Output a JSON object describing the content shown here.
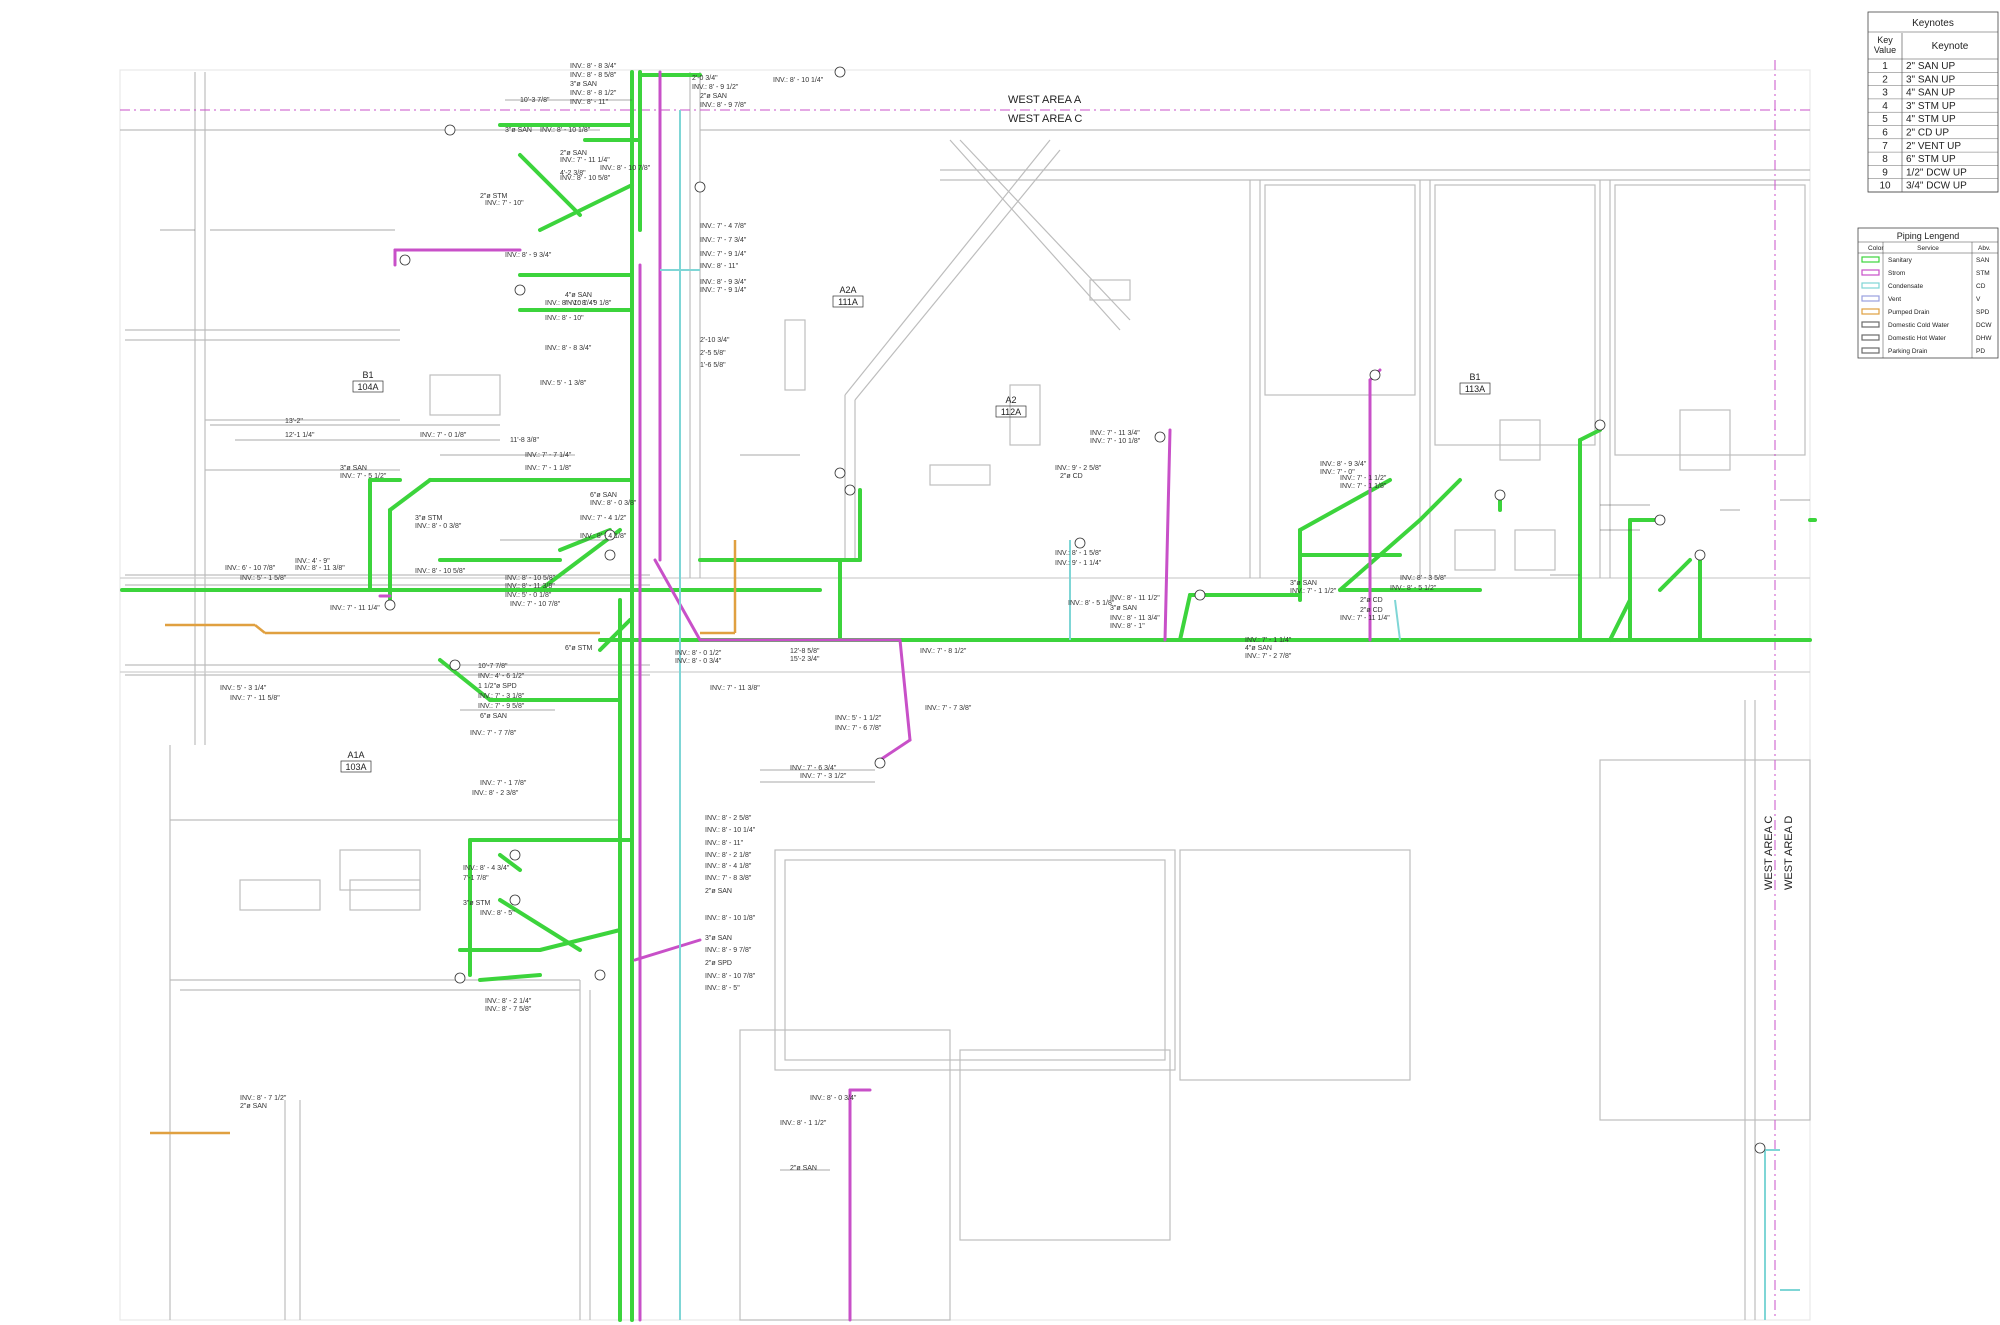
{
  "colors": {
    "sanitary": "#3cd43c",
    "storm": "#c850c8",
    "condensate": "#7fd6d6",
    "vent": "#9aa0e0",
    "pumped_drain": "#e0a040",
    "domestic_cold_water": "#6a6a6a",
    "domestic_hot_water": "#6a6a6a",
    "parking_drain": "#6a6a6a",
    "wall": "#bdbdbd",
    "area_line": "#c850c8"
  },
  "area_labels": {
    "top_a": "WEST AREA A",
    "top_c": "WEST AREA C",
    "side_c": "WEST AREA C",
    "side_d": "WEST AREA D"
  },
  "rooms": [
    {
      "name": "A2A",
      "num": "111A"
    },
    {
      "name": "B1",
      "num": "104A"
    },
    {
      "name": "A2",
      "num": "112A"
    },
    {
      "name": "B1",
      "num": "113A"
    },
    {
      "name": "A1A",
      "num": "103A"
    }
  ],
  "keynotes": {
    "title": "Keynotes",
    "col_key": "Key Value",
    "col_note": "Keynote",
    "rows": [
      {
        "key": "1",
        "note": "2\" SAN UP"
      },
      {
        "key": "2",
        "note": "3\" SAN UP"
      },
      {
        "key": "3",
        "note": "4\" SAN UP"
      },
      {
        "key": "4",
        "note": "3\" STM UP"
      },
      {
        "key": "5",
        "note": "4\" STM UP"
      },
      {
        "key": "6",
        "note": "2\" CD UP"
      },
      {
        "key": "7",
        "note": "2\" VENT UP"
      },
      {
        "key": "8",
        "note": "6\" STM UP"
      },
      {
        "key": "9",
        "note": "1/2\" DCW UP"
      },
      {
        "key": "10",
        "note": "3/4\" DCW UP"
      }
    ]
  },
  "legend": {
    "title": "Piping Lengend",
    "col_color": "Color",
    "col_service": "Service",
    "col_abv": "Abv.",
    "rows": [
      {
        "service": "Sanitary",
        "abv": "SAN",
        "color": "#3cd43c"
      },
      {
        "service": "Strom",
        "abv": "STM",
        "color": "#c850c8"
      },
      {
        "service": "Condensate",
        "abv": "CD",
        "color": "#7fd6d6"
      },
      {
        "service": "Vent",
        "abv": "V",
        "color": "#9aa0e0"
      },
      {
        "service": "Pumped Drain",
        "abv": "SPD",
        "color": "#e0a040"
      },
      {
        "service": "Domestic Cold Water",
        "abv": "DCW",
        "color": "#6a6a6a"
      },
      {
        "service": "Domestic Hot Water",
        "abv": "DHW",
        "color": "#6a6a6a"
      },
      {
        "service": "Parking Drain",
        "abv": "PD",
        "color": "#6a6a6a"
      }
    ]
  },
  "annotations": [
    {
      "text": "INV.: 8' - 8 3/4\""
    },
    {
      "text": "INV.: 8' - 8 5/8\""
    },
    {
      "text": "3\"ø SAN"
    },
    {
      "text": "INV.: 8' - 8 1/2\""
    },
    {
      "text": "INV.: 8' - 11\""
    },
    {
      "text": "10'-3 7/8\""
    },
    {
      "text": "2'-0 3/4\""
    },
    {
      "text": "INV.: 8' - 9 1/2\""
    },
    {
      "text": "2\"ø SAN"
    },
    {
      "text": "INV.: 8' - 9 7/8\""
    },
    {
      "text": "INV.: 8' - 10 1/4\""
    },
    {
      "text": "3\"ø SAN"
    },
    {
      "text": "INV.: 8' - 10 1/8\""
    },
    {
      "text": "2\"ø SAN"
    },
    {
      "text": "INV.: 7' - 11 1/4\""
    },
    {
      "text": "INV.: 8' - 10 7/8\""
    },
    {
      "text": "INV.: 8' - 10 5/8\""
    },
    {
      "text": "2\"ø STM"
    },
    {
      "text": "INV.: 7' - 10\""
    },
    {
      "text": "4'-2 3/8\""
    },
    {
      "text": "INV.: 7' - 4 7/8\""
    },
    {
      "text": "INV.: 7' - 7 3/4\""
    },
    {
      "text": "INV.: 7' - 9 1/4\""
    },
    {
      "text": "INV.: 8' - 11\""
    },
    {
      "text": "INV.: 8' - 9 3/4\""
    },
    {
      "text": "INV.: 7' - 9 1/4\""
    },
    {
      "text": "INV.: 8' - 9 3/4\""
    },
    {
      "text": "4\"ø SAN"
    },
    {
      "text": "INV.: 8' - 9 1/8\""
    },
    {
      "text": "INV.: 8' - 10\""
    },
    {
      "text": "INV.: 8' - 10 1/4\""
    },
    {
      "text": "INV.: 8' - 8 3/4\""
    },
    {
      "text": "INV.: 5' - 1 3/8\""
    },
    {
      "text": "2'-10 3/4\""
    },
    {
      "text": "2'-5 5/8\""
    },
    {
      "text": "1'-6 5/8\""
    },
    {
      "text": "13'-2\""
    },
    {
      "text": "12'-1 1/4\""
    },
    {
      "text": "INV.: 7' - 0 1/8\""
    },
    {
      "text": "11'-8 3/8\""
    },
    {
      "text": "INV.: 7' - 7 1/4\""
    },
    {
      "text": "INV.: 7' - 1 1/8\""
    },
    {
      "text": "3\"ø SAN"
    },
    {
      "text": "INV.: 7' - 5 1/2\""
    },
    {
      "text": "6\"ø SAN"
    },
    {
      "text": "INV.: 8' - 0 3/8\""
    },
    {
      "text": "3\"ø STM"
    },
    {
      "text": "INV.: 8' - 0 3/8\""
    },
    {
      "text": "INV.: 7' - 4 1/2\""
    },
    {
      "text": "INV.: 8' - 4 1/8\""
    },
    {
      "text": "INV.: 4' - 9\""
    },
    {
      "text": "INV.: 8' - 11 3/8\""
    },
    {
      "text": "INV.: 8' - 10 5/8\""
    },
    {
      "text": "INV.: 8' - 10 5/8\""
    },
    {
      "text": "INV.: 8' - 11 3/8\""
    },
    {
      "text": "INV.: 5' - 0 1/8\""
    },
    {
      "text": "INV.: 7' - 11 1/4\""
    },
    {
      "text": "INV.: 7' - 10 7/8\""
    },
    {
      "text": "10'-7 7/8\""
    },
    {
      "text": "INV.: 4' - 6 1/2\""
    },
    {
      "text": "1 1/2\"ø SPD"
    },
    {
      "text": "INV.: 7' - 3 1/8\""
    },
    {
      "text": "INV.: 7' - 9 5/8\""
    },
    {
      "text": "6\"ø SAN"
    },
    {
      "text": "INV.: 7' - 7 7/8\""
    },
    {
      "text": "INV.: 6' - 10 7/8\""
    },
    {
      "text": "INV.: 5' - 1 5/8\""
    },
    {
      "text": "INV.: 5' - 3 1/4\""
    },
    {
      "text": "INV.: 7' - 11 5/8\""
    },
    {
      "text": "INV.: 7' - 11 3/8\""
    },
    {
      "text": "6\"ø STM"
    },
    {
      "text": "INV.: 8' - 0 1/2\""
    },
    {
      "text": "INV.: 8' - 0 3/4\""
    },
    {
      "text": "12'-8 5/8\""
    },
    {
      "text": "15'-2 3/4\""
    },
    {
      "text": "INV.: 7' - 8 1/2\""
    },
    {
      "text": "INV.: 7' - 7 3/8\""
    },
    {
      "text": "INV.: 5' - 1 1/2\""
    },
    {
      "text": "INV.: 7' - 6 7/8\""
    },
    {
      "text": "INV.: 7' - 6 3/4\""
    },
    {
      "text": "INV.: 7' - 3 1/2\""
    },
    {
      "text": "INV.: 7' - 1 7/8\""
    },
    {
      "text": "INV.: 8' - 2 3/8\""
    },
    {
      "text": "INV.: 8' - 2 5/8\""
    },
    {
      "text": "INV.: 8' - 10 1/4\""
    },
    {
      "text": "INV.: 8' - 11\""
    },
    {
      "text": "INV.: 8' - 2 1/8\""
    },
    {
      "text": "INV.: 8' - 4 1/8\""
    },
    {
      "text": "INV.: 7' - 8 3/8\""
    },
    {
      "text": "2\"ø SAN"
    },
    {
      "text": "INV.: 8' - 10 1/8\""
    },
    {
      "text": "3\"ø SAN"
    },
    {
      "text": "INV.: 8' - 9 7/8\""
    },
    {
      "text": "2\"ø SPD"
    },
    {
      "text": "INV.: 8' - 10 7/8\""
    },
    {
      "text": "INV.: 8' - 5\""
    },
    {
      "text": "INV.: 8' - 4 3/4\""
    },
    {
      "text": "7'-1 7/8\""
    },
    {
      "text": "3\"ø STM"
    },
    {
      "text": "INV.: 8' - 5\""
    },
    {
      "text": "INV.: 8' - 2 1/4\""
    },
    {
      "text": "INV.: 8' - 7 5/8\""
    },
    {
      "text": "INV.: 8' - 7 1/2\""
    },
    {
      "text": "2\"ø SAN"
    },
    {
      "text": "INV.: 8' - 0 3/4\""
    },
    {
      "text": "INV.: 8' - 1 1/2\""
    },
    {
      "text": "2\"ø SAN"
    },
    {
      "text": "INV.: 7' - 11 3/4\""
    },
    {
      "text": "INV.: 7' - 10 1/8\""
    },
    {
      "text": "INV.: 9' - 2 5/8\""
    },
    {
      "text": "2\"ø CD"
    },
    {
      "text": "INV.: 8' - 1 5/8\""
    },
    {
      "text": "INV.: 9' - 1 1/4\""
    },
    {
      "text": "INV.: 8' - 5 1/8\""
    },
    {
      "text": "INV.: 8' - 11 1/2\""
    },
    {
      "text": "3\"ø SAN"
    },
    {
      "text": "INV.: 8' - 11 3/4\""
    },
    {
      "text": "INV.: 8' - 1\""
    },
    {
      "text": "3\"ø SAN"
    },
    {
      "text": "INV.: 7' - 1 1/2\""
    },
    {
      "text": "INV.: 7' - 1 1/4\""
    },
    {
      "text": "4\"ø SAN"
    },
    {
      "text": "INV.: 7' - 2 7/8\""
    },
    {
      "text": "INV.: 8' - 9 3/4\""
    },
    {
      "text": "INV.: 7' - 0\""
    },
    {
      "text": "INV.: 7' - 1 1/2\""
    },
    {
      "text": "INV.: 7' - 1 1/8\""
    },
    {
      "text": "2\"ø CD"
    },
    {
      "text": "2\"ø CD"
    },
    {
      "text": "INV.: 8' - 3 5/8\""
    },
    {
      "text": "INV.: 8' - 5 1/2\""
    },
    {
      "text": "INV.: 7' - 11 1/4\""
    }
  ]
}
